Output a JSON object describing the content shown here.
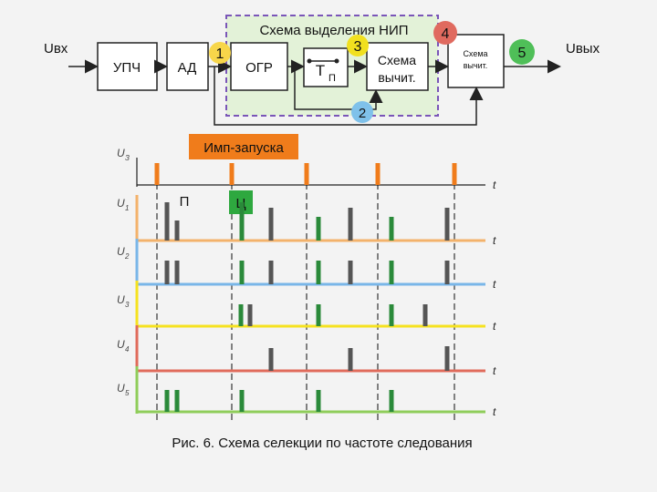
{
  "labels": {
    "u_in": "Uвх",
    "u_out": "Uвых",
    "block_upch": "УПЧ",
    "block_ad": "АД",
    "block_ogr": "ОГР",
    "block_tp_main": "Т",
    "block_tp_sub": "П",
    "block_sub1": "Схема",
    "block_sub2": "вычит.",
    "block_sub_small1": "Схема",
    "block_sub_small2": "вычит.",
    "nip_title": "Схема выделения НИП",
    "imp_label": "Имп-запуска",
    "tag_p": "П",
    "tag_c": "Ц",
    "caption": "Рис. 6. Схема селекции по частоте следования",
    "t_axis": "t",
    "row0": "U",
    "row0_sub": "З",
    "row1": "U",
    "row1_sub": "1",
    "row2": "U",
    "row2_sub": "2",
    "row3": "U",
    "row3_sub": "3",
    "row4": "U",
    "row4_sub": "4",
    "row5": "U",
    "row5_sub": "5"
  },
  "markers": {
    "m1": "1",
    "m2": "2",
    "m3": "3",
    "m4": "4",
    "m5": "5"
  },
  "colors": {
    "launch_pulse": "#f07c1b",
    "main_pulse": "#555555",
    "cycle_pulse": "#2a8a3a",
    "line_u1": "#f3b26b",
    "line_u2": "#79b6e8",
    "line_u3": "#f5e21f",
    "line_u4": "#e06b5b",
    "line_u5": "#8fcd5a",
    "nip_fill": "#e3f2d8",
    "nip_border": "#7a55b8",
    "marker1": "#f7d64a",
    "marker2": "#7fc1ea",
    "marker3": "#f1e01f",
    "marker4": "#e06a5f",
    "marker5": "#4fbf58"
  }
}
